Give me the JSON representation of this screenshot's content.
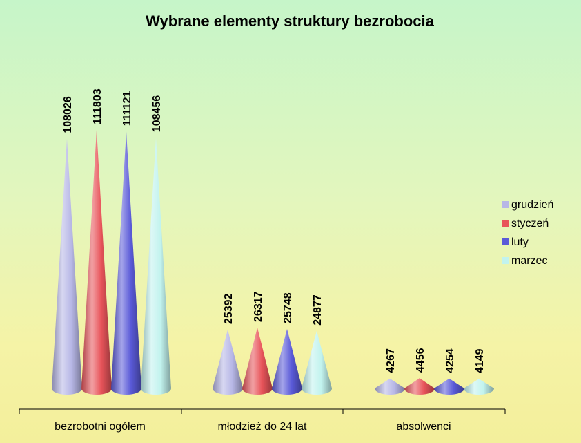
{
  "chart_data": {
    "type": "bar",
    "title": "Wybrane elementy struktury bezrobocia",
    "categories": [
      "bezrobotni ogółem",
      "młodzież do 24 lat",
      "absolwenci"
    ],
    "series": [
      {
        "name": "grudzień",
        "values": [
          108026,
          25392,
          4267
        ],
        "color": "#b7b7e6"
      },
      {
        "name": "styczeń",
        "values": [
          111803,
          26317,
          4456
        ],
        "color": "#e8545a"
      },
      {
        "name": "luty",
        "values": [
          111121,
          25748,
          4254
        ],
        "color": "#5a5ad8"
      },
      {
        "name": "marzec",
        "values": [
          108456,
          24877,
          4149
        ],
        "color": "#c2f3ee"
      }
    ],
    "legend_position": "right",
    "grid": false
  }
}
